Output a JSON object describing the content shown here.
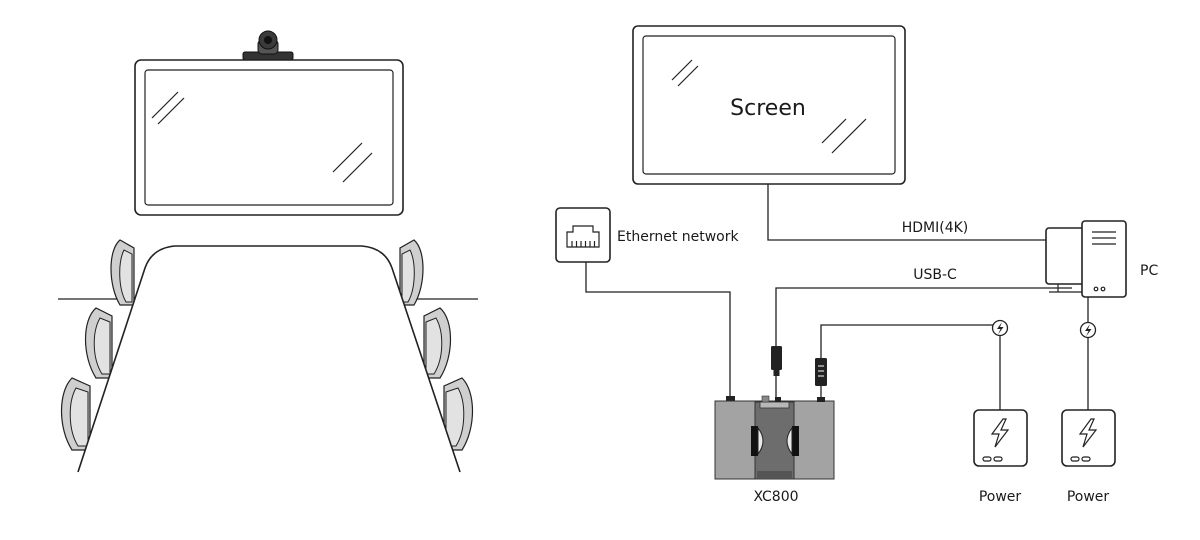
{
  "labels": {
    "screen": "Screen",
    "ethernet": "Ethernet network",
    "hdmi": "HDMI(4K)",
    "usbc": "USB-C",
    "pc": "PC",
    "device": "XC800",
    "power1": "Power",
    "power2": "Power"
  },
  "icons": {
    "camera": "camera-icon",
    "ethernet": "ethernet-port-icon",
    "pc": "desktop-pc-icon",
    "power_plug": "lightning-bolt-icon",
    "power_supply": "power-bank-icon"
  }
}
